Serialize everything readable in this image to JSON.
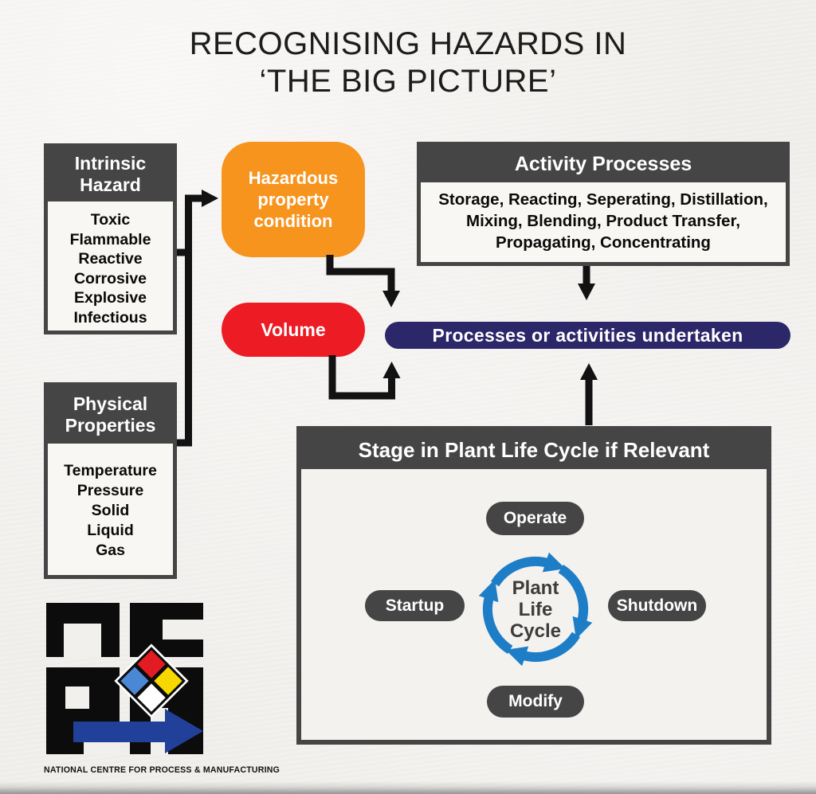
{
  "title": {
    "line1": "RECOGNISING HAZARDS IN",
    "line2": "‘THE BIG PICTURE’"
  },
  "intrinsic_hazard": {
    "title": "Intrinsic Hazard",
    "items": [
      "Toxic",
      "Flammable",
      "Reactive",
      "Corrosive",
      "Explosive",
      "Infectious"
    ]
  },
  "physical_properties": {
    "title": "Physical Properties",
    "items": [
      "Temperature",
      "Pressure",
      "Solid",
      "Liquid",
      "Gas"
    ]
  },
  "hazardous_property": {
    "label": "Hazardous property condition"
  },
  "volume": {
    "label": "Volume"
  },
  "activity_processes": {
    "title": "Activity Processes",
    "body": "Storage, Reacting, Seperating, Distillation, Mixing, Blending, Product Transfer, Propagating, Concentrating"
  },
  "processes_bar": {
    "label": "Processes or activities undertaken"
  },
  "plant_life_cycle": {
    "title": "Stage in Plant Life Cycle if Relevant",
    "center": [
      "Plant",
      "Life",
      "Cycle"
    ],
    "stages": {
      "top": "Operate",
      "right": "Shutdown",
      "bottom": "Modify",
      "left": "Startup"
    }
  },
  "logo": {
    "caption": "NATIONAL CENTRE FOR PROCESS & MANUFACTURING"
  },
  "colors": {
    "dark_gray": "#454545",
    "orange": "#F7941E",
    "red": "#EC1B24",
    "navy_bar": "#2B2768",
    "cycle_blue": "#1D7DC6",
    "logo_arrow_blue": "#21409A",
    "diamond_red": "#E31B23",
    "diamond_blue": "#4A87D5",
    "diamond_yellow": "#F6D800",
    "connector_black": "#121212"
  }
}
